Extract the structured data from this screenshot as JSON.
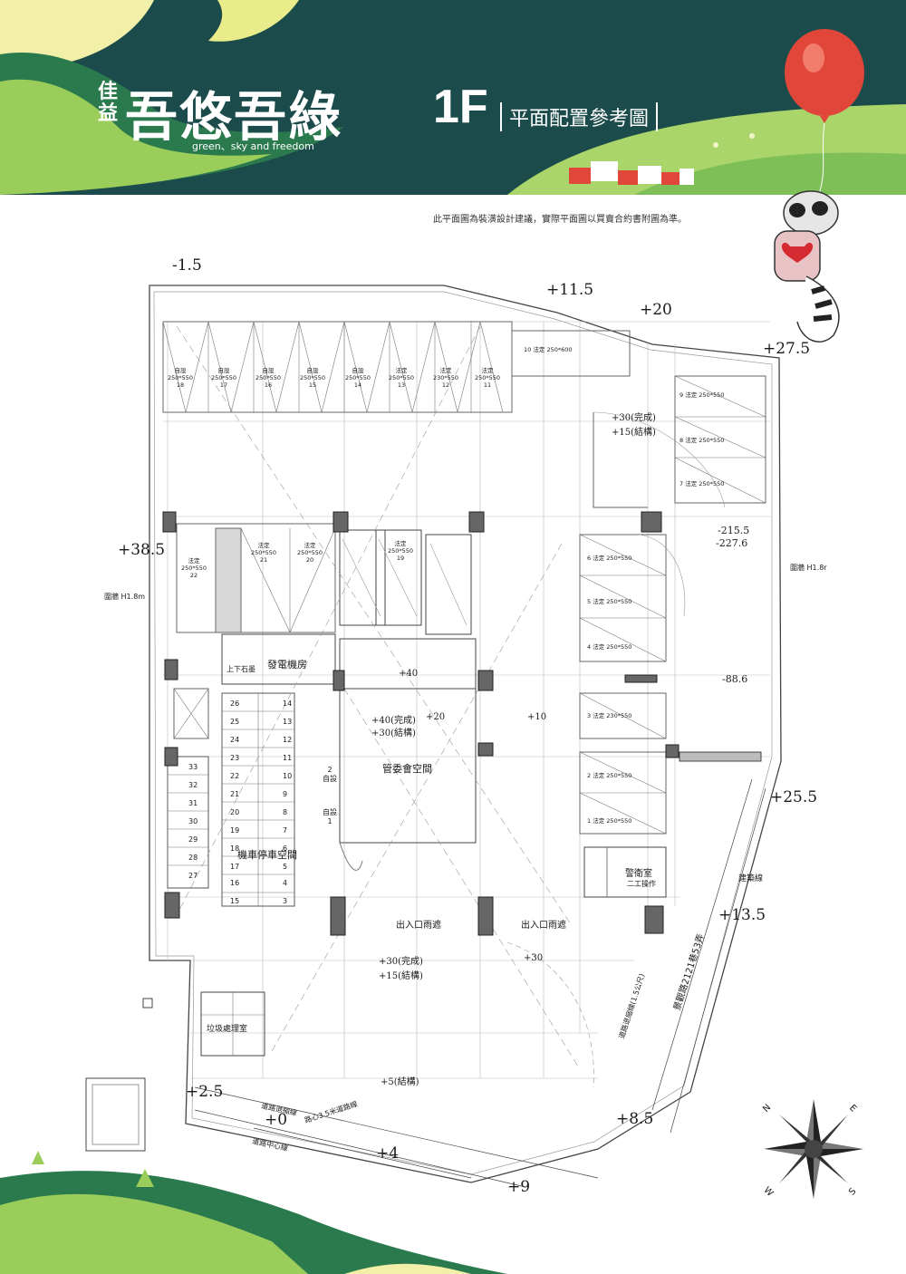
{
  "brand": {
    "sub": "佳益",
    "main": "吾悠吾綠",
    "tagline": "green、sky and freedom"
  },
  "floor": {
    "code": "1F",
    "title": "平面配置參考圖"
  },
  "disclaimer": "此平面圖為裝潢設計建議，實際平面圖以買賣合約書附圖為準。",
  "colors": {
    "header": "#1c4b4b",
    "green": "#9bcd5a",
    "dark_green": "#2a7a4e",
    "balloon": "#e0473a"
  },
  "levels": [
    "-1.5",
    "+11.5",
    "+20",
    "+27.5",
    "+38.5",
    "+25.5",
    "+13.5",
    "+2.5",
    "+0",
    "+4",
    "+9",
    "+8.5"
  ],
  "elev_notes": [
    "-215.5",
    "-227.6",
    "-88.6"
  ],
  "plan_notes": {
    "finish_a": "+30(完成)",
    "struct_a": "+15(結構)",
    "finish_b": "+40(完成)",
    "struct_b": "+30(結構)",
    "p20": "+20",
    "p10": "+10",
    "p40": "+40",
    "finish_c": "+30(完成)",
    "struct_c": "+15(結構)",
    "p30": "+30",
    "struct_d": "+5(結構)"
  },
  "rooms": {
    "generator": "發電機房",
    "manage": "管委會空間",
    "moto": "機車停車空間",
    "canopy_l": "出入口雨遮",
    "canopy_r": "出入口雨遮",
    "guard": "警衛室",
    "guard_sub": "二工操作",
    "trash": "垃圾處理室",
    "stair_top": "上下石墨"
  },
  "side_labels": {
    "fence_l": "圍牆 H1.8m",
    "fence_r": "圍牆 H1.8r",
    "build_line": "建築線",
    "road_offset": "道路退縮線",
    "road_center": "道路中心線",
    "road_5m": "路心3.5米道路線",
    "road_name": "景觀路2121巷53弄",
    "ramp_note": "道路退縮線(1.5公尺)"
  },
  "parking": {
    "top": [
      {
        "t": "自設",
        "s": "250*550",
        "n": "18"
      },
      {
        "t": "自設",
        "s": "250*550",
        "n": "17"
      },
      {
        "t": "自設",
        "s": "250*550",
        "n": "16"
      },
      {
        "t": "自設",
        "s": "250*550",
        "n": "15"
      },
      {
        "t": "自設",
        "s": "250*550",
        "n": "14"
      },
      {
        "t": "法定",
        "s": "250*550",
        "n": "13"
      },
      {
        "t": "法定",
        "s": "230*550",
        "n": "12"
      },
      {
        "t": "法定",
        "s": "250*550",
        "n": "11"
      }
    ],
    "p10": {
      "n": "10",
      "t": "法定",
      "s": "250*600"
    },
    "right": [
      {
        "n": "9",
        "t": "法定",
        "s": "250*550"
      },
      {
        "n": "8",
        "t": "法定",
        "s": "250*550"
      },
      {
        "n": "7",
        "t": "法定",
        "s": "250*550"
      }
    ],
    "mid": [
      {
        "n": "6",
        "t": "法定",
        "s": "250*550"
      },
      {
        "n": "5",
        "t": "法定",
        "s": "250*550"
      },
      {
        "n": "4",
        "t": "法定",
        "s": "250*550"
      },
      {
        "n": "3",
        "t": "法定",
        "s": "230*550"
      },
      {
        "n": "2",
        "t": "法定",
        "s": "250*550"
      },
      {
        "n": "1",
        "t": "法定",
        "s": "250*550"
      }
    ],
    "left": [
      {
        "t": "法定",
        "s": "250*550",
        "n": "22"
      },
      {
        "t": "法定",
        "s": "250*550",
        "n": "21"
      },
      {
        "t": "法定",
        "s": "250*550",
        "n": "20"
      },
      {
        "t": "法定",
        "s": "250*550",
        "n": "19"
      }
    ]
  },
  "moto_a": [
    "26",
    "25",
    "24",
    "23",
    "22",
    "21",
    "20",
    "19",
    "18",
    "17",
    "16",
    "15"
  ],
  "moto_b": [
    "14",
    "13",
    "12",
    "11",
    "10",
    "9",
    "8",
    "7",
    "6",
    "5",
    "4",
    "3"
  ],
  "moto_c": [
    "33",
    "32",
    "31",
    "30",
    "29",
    "28",
    "27"
  ],
  "bike": [
    "2",
    "1"
  ],
  "bike_label": "自設",
  "compass": [
    "N",
    "E",
    "S",
    "W"
  ]
}
